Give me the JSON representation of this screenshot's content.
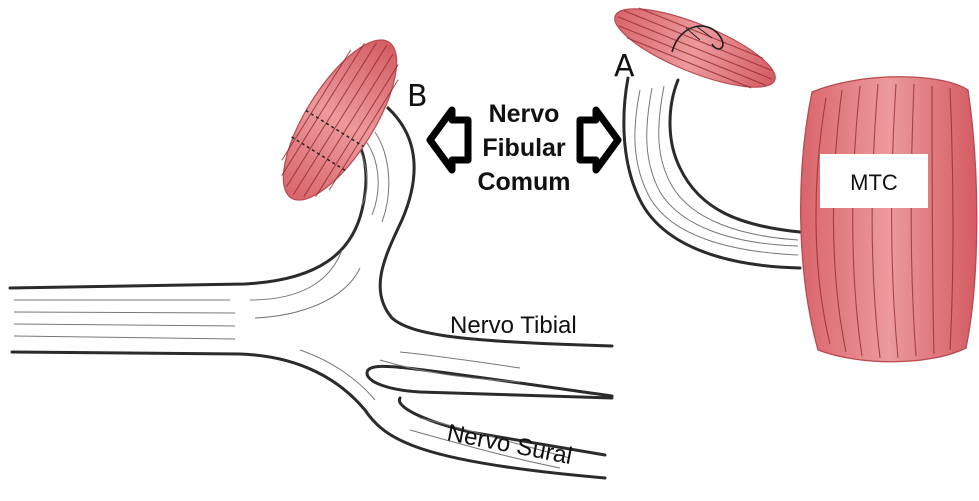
{
  "labels": {
    "letter_b": "B",
    "letter_a": "A",
    "title_line1": "Nervo",
    "title_line2": "Fibular",
    "title_line3": "Comum",
    "tibial": "Nervo Tibial",
    "sural": "Nervo Sural",
    "mtc": "MTC"
  },
  "colors": {
    "muscle": "#e4868a",
    "muscle_dark": "#c94f55",
    "nerve_outline": "#2b2b2b",
    "nerve_fiber": "#777777",
    "arrow": "#000000",
    "label_box": "#ffffff"
  },
  "icons": {
    "left_arrow": "hollow-left-arrow",
    "right_arrow": "hollow-right-arrow",
    "suture": "suture-loop"
  }
}
